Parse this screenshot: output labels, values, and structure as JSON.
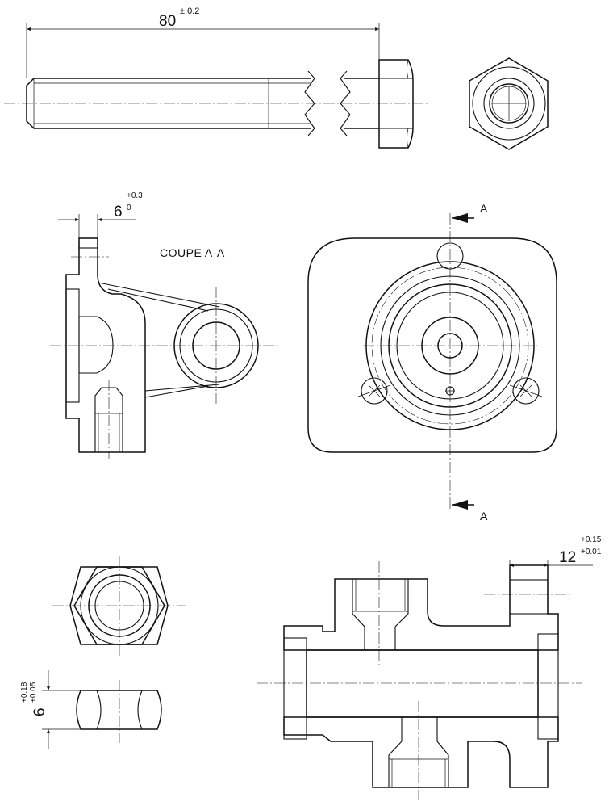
{
  "drawing": {
    "bolt": {
      "length_value": "80",
      "length_tolerance": "± 0.2"
    },
    "bracket": {
      "width_value": "6",
      "tol_upper": "+0.3",
      "tol_lower": "0"
    },
    "section": {
      "title": "COUPE A-A",
      "label_top": "A",
      "label_bottom": "A"
    },
    "nut": {
      "thickness_value": "6",
      "tol_upper": "+0.18",
      "tol_lower": "+0.05"
    },
    "body": {
      "width_value": "12",
      "tol_upper": "+0.15",
      "tol_lower": "+0.01"
    }
  },
  "colors": {
    "ink": "#111111",
    "paper": "#ffffff"
  }
}
